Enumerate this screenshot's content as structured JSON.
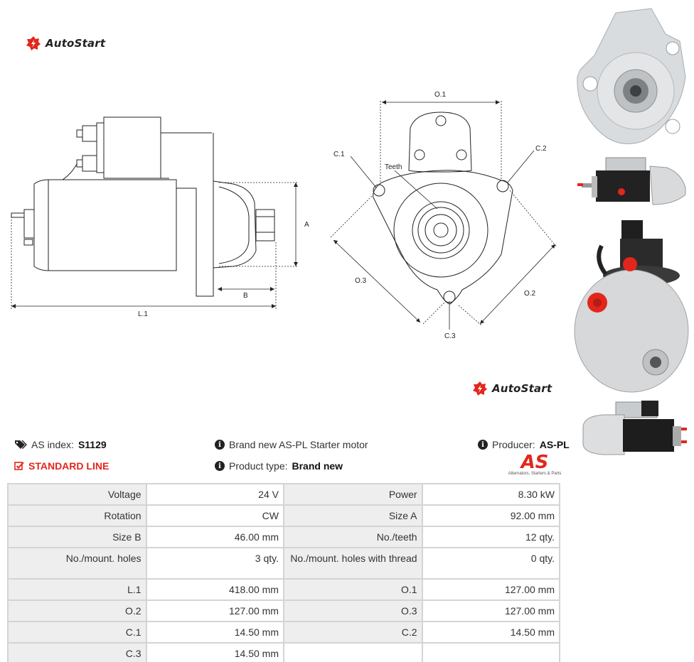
{
  "brand": {
    "logo_text": "AutoStart"
  },
  "drawing": {
    "side_labels": {
      "a": "A",
      "b": "B",
      "l1": "L.1"
    },
    "front_labels": {
      "o1": "O.1",
      "o2": "O.2",
      "o3": "O.3",
      "c1": "C.1",
      "c2": "C.2",
      "c3": "C.3",
      "teeth": "Teeth"
    }
  },
  "info": {
    "as_index_label": "AS index:",
    "as_index_value": "S1129",
    "standard_line": "STANDARD LINE",
    "description": "Brand new AS-PL Starter motor",
    "product_type_label": "Product type:",
    "product_type_value": "Brand new",
    "producer_label": "Producer:",
    "producer_value": "AS-PL",
    "producer_logo": "AS",
    "producer_tagline": "Alternators, Starters & Parts"
  },
  "specs": [
    [
      "Voltage",
      "24 V",
      "Power",
      "8.30 kW"
    ],
    [
      "Rotation",
      "CW",
      "Size A",
      "92.00 mm"
    ],
    [
      "Size B",
      "46.00 mm",
      "No./teeth",
      "12 qty."
    ],
    [
      "No./mount. holes",
      "3 qty.",
      "No./mount. holes with thread",
      "0 qty."
    ],
    [
      "L.1",
      "418.00 mm",
      "O.1",
      "127.00 mm"
    ],
    [
      "O.2",
      "127.00 mm",
      "O.3",
      "127.00 mm"
    ],
    [
      "C.1",
      "14.50 mm",
      "C.2",
      "14.50 mm"
    ],
    [
      "C.3",
      "14.50 mm",
      "",
      ""
    ]
  ],
  "colors": {
    "accent": "#e3261b",
    "table_label_bg": "#eeeeee",
    "table_border": "#d4d4d4"
  }
}
